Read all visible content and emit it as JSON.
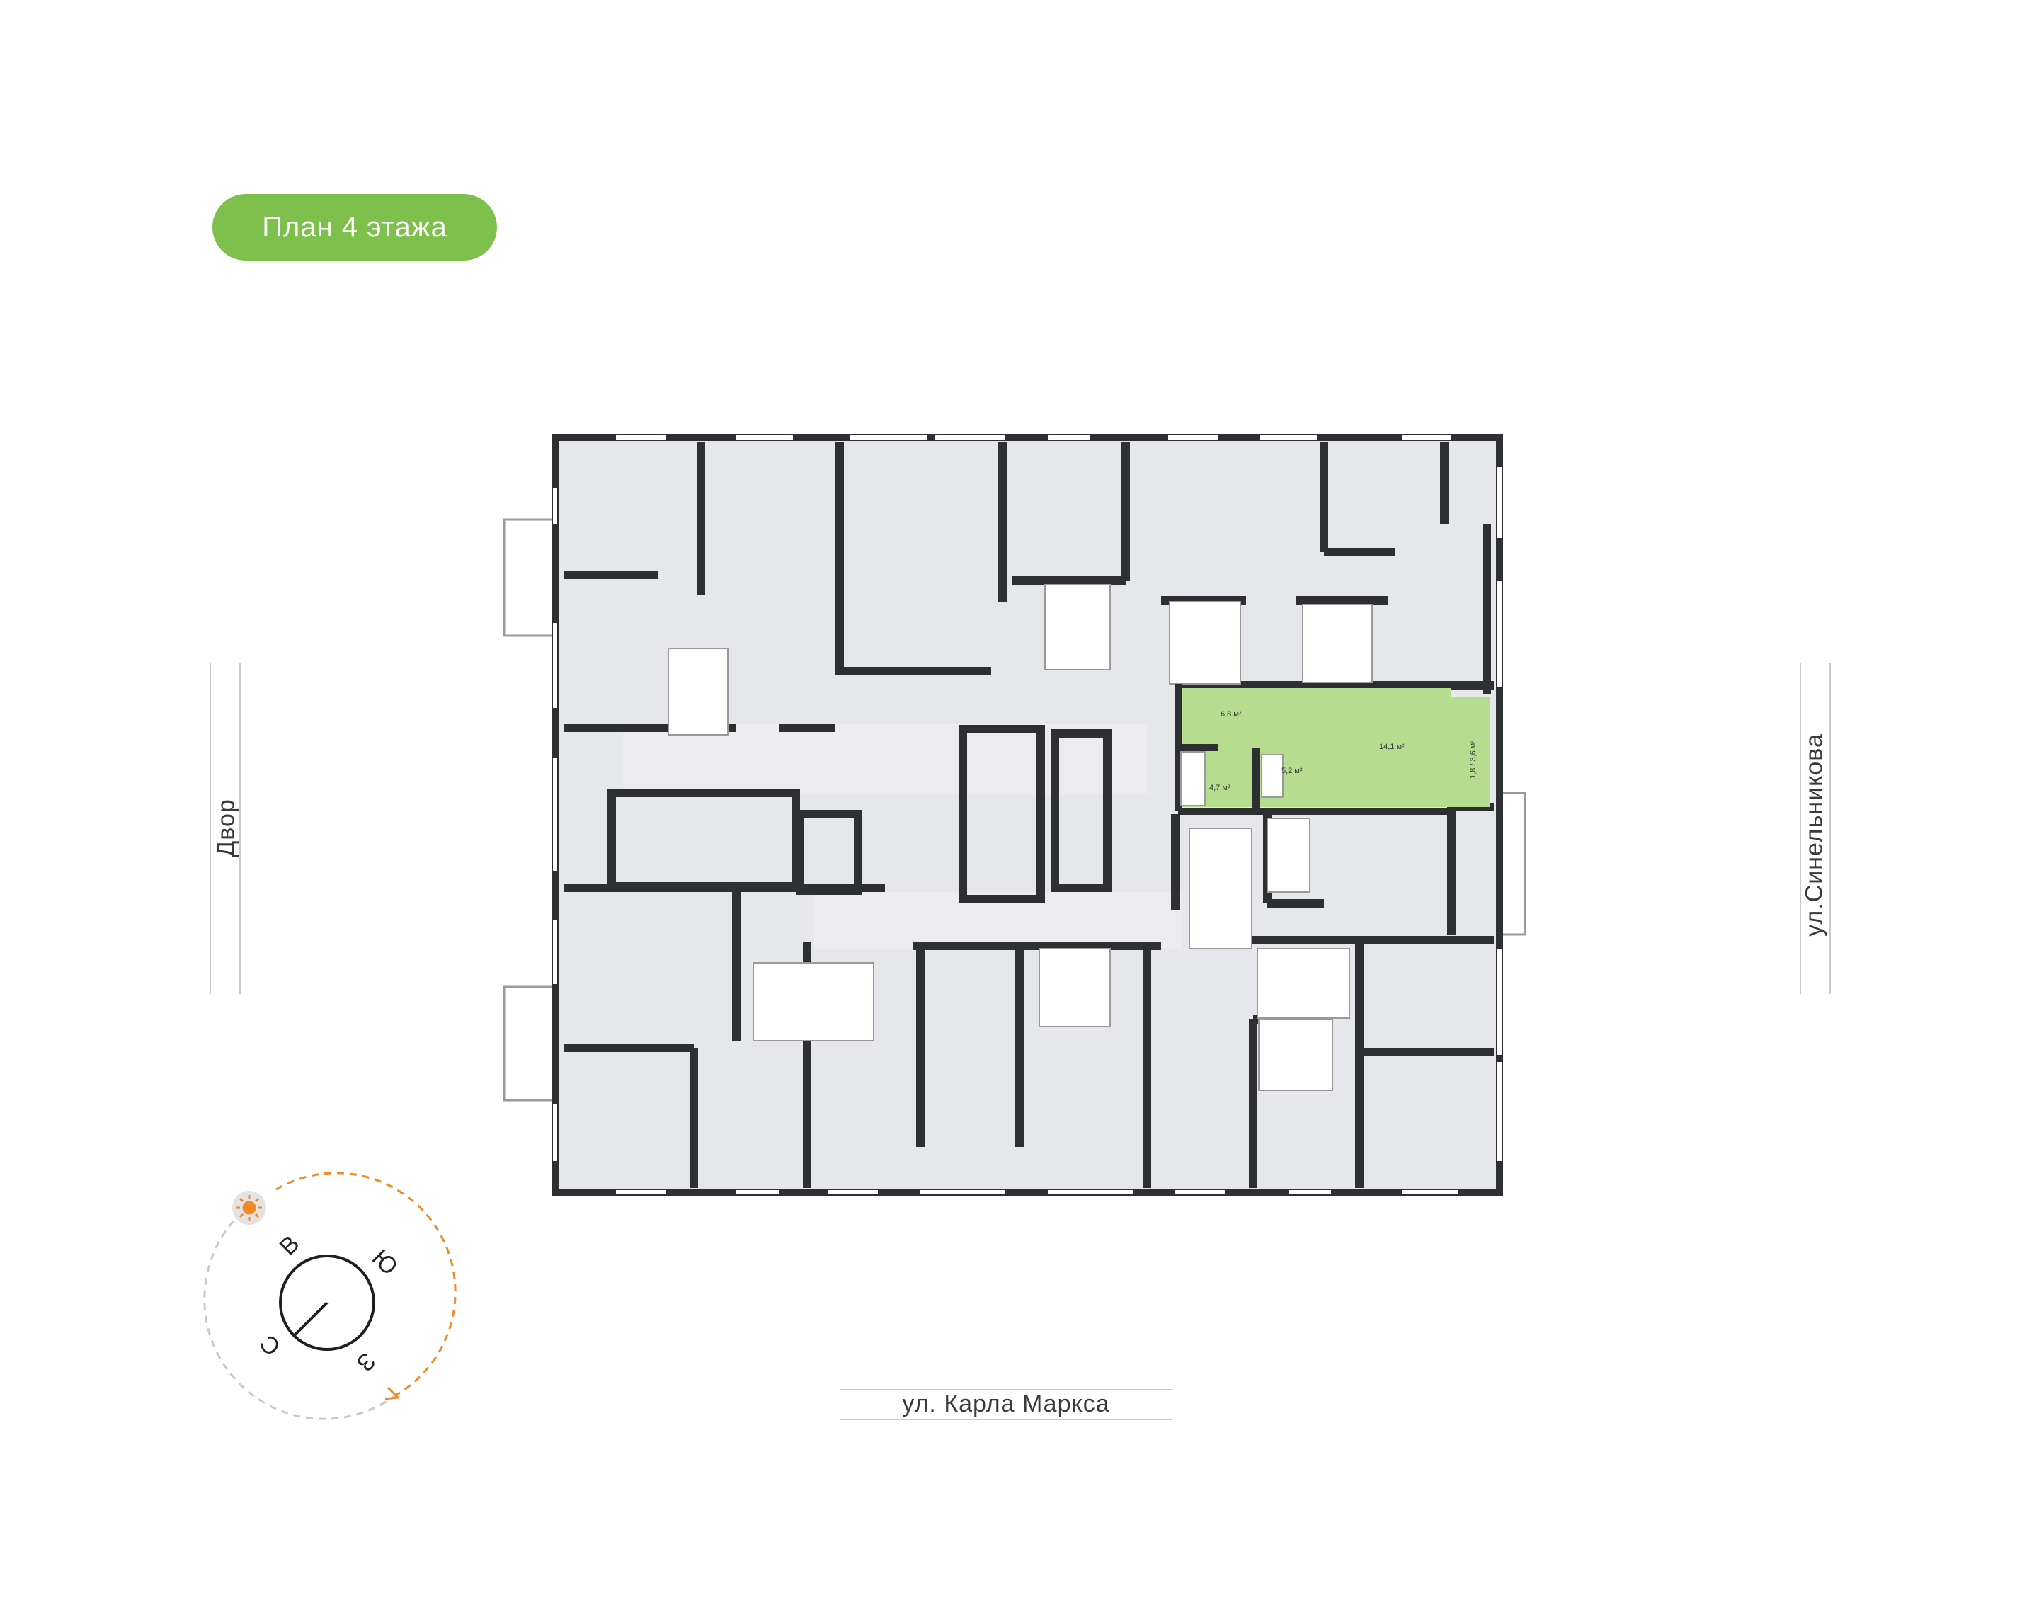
{
  "floor_badge": {
    "label": "План 4 этажа",
    "color": "#7dc04b"
  },
  "streets": {
    "left": "Двор",
    "right": "ул.Синельникова",
    "bottom": "ул. Карла Маркса"
  },
  "apartment": {
    "highlight_color": "#b5dc8f",
    "areas": {
      "kitchen": "6,8 м²",
      "room": "14,1 м²",
      "bath": "4,7 м²",
      "hall": "5,2 м²",
      "balcony": "1,8 / 3,6 м²"
    }
  },
  "compass": {
    "north": "С",
    "east": "В",
    "south": "Ю",
    "west": "З",
    "sun_color": "#f08a24"
  },
  "colors": {
    "room": "#e6e7ea",
    "wall": "#2e2f33"
  }
}
